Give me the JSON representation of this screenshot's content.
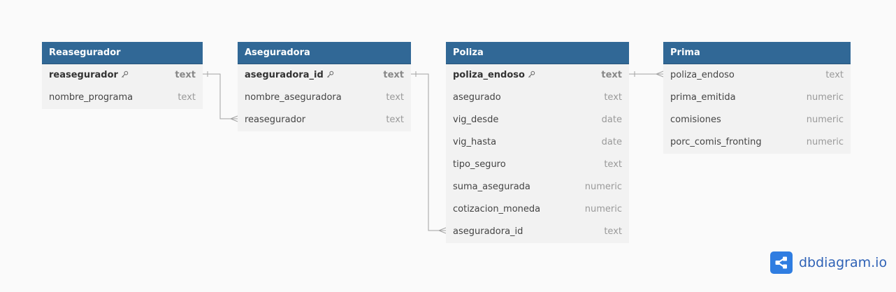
{
  "tables": {
    "reasegurador": {
      "title": "Reasegurador",
      "fields": [
        {
          "name": "reasegurador",
          "type": "text",
          "pk": true
        },
        {
          "name": "nombre_programa",
          "type": "text",
          "pk": false
        }
      ]
    },
    "aseguradora": {
      "title": "Aseguradora",
      "fields": [
        {
          "name": "aseguradora_id",
          "type": "text",
          "pk": true
        },
        {
          "name": "nombre_aseguradora",
          "type": "text",
          "pk": false
        },
        {
          "name": "reasegurador",
          "type": "text",
          "pk": false
        }
      ]
    },
    "poliza": {
      "title": "Poliza",
      "fields": [
        {
          "name": "poliza_endoso",
          "type": "text",
          "pk": true
        },
        {
          "name": "asegurado",
          "type": "text",
          "pk": false
        },
        {
          "name": "vig_desde",
          "type": "date",
          "pk": false
        },
        {
          "name": "vig_hasta",
          "type": "date",
          "pk": false
        },
        {
          "name": "tipo_seguro",
          "type": "text",
          "pk": false
        },
        {
          "name": "suma_asegurada",
          "type": "numeric",
          "pk": false
        },
        {
          "name": "cotizacion_moneda",
          "type": "numeric",
          "pk": false
        },
        {
          "name": "aseguradora_id",
          "type": "text",
          "pk": false
        }
      ]
    },
    "prima": {
      "title": "Prima",
      "fields": [
        {
          "name": "poliza_endoso",
          "type": "text",
          "pk": false
        },
        {
          "name": "prima_emitida",
          "type": "numeric",
          "pk": false
        },
        {
          "name": "comisiones",
          "type": "numeric",
          "pk": false
        },
        {
          "name": "porc_comis_fronting",
          "type": "numeric",
          "pk": false
        }
      ]
    }
  },
  "brand": {
    "name": "dbdiagram.io"
  },
  "colors": {
    "header": "#316896",
    "body": "#f2f2f2",
    "line": "#9e9e9e",
    "brand": "#2f7de1"
  }
}
